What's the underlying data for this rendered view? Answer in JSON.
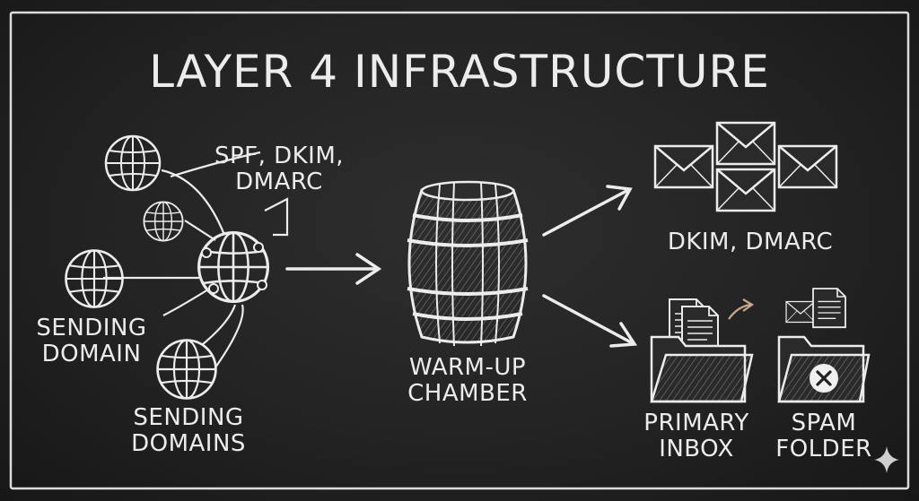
{
  "title": "LAYER 4 INFRASTRUCTURE",
  "labels": {
    "auth_records": [
      "SPF, DKIM,",
      "DMARC"
    ],
    "sending_domain": [
      "SENDING",
      "DOMAIN"
    ],
    "sending_domains": [
      "SENDING",
      "DOMAINS"
    ],
    "warmup_chamber": [
      "WARM-UP",
      "CHAMBER"
    ],
    "dkim_dmarc": "DKIM, DMARC",
    "primary_inbox": [
      "PRIMARY",
      "INBOX"
    ],
    "spam_folder": [
      "SPAM",
      "FOLDER"
    ]
  },
  "icons": [
    "globe-icon",
    "barrel-icon",
    "envelope-icon",
    "folder-icon",
    "document-icon",
    "x-mark-icon",
    "arrow-icon",
    "sparkle-icon"
  ],
  "colors": {
    "board": "#252525",
    "chalk": "#ececec",
    "accent_arrow": "#c9a98a"
  }
}
